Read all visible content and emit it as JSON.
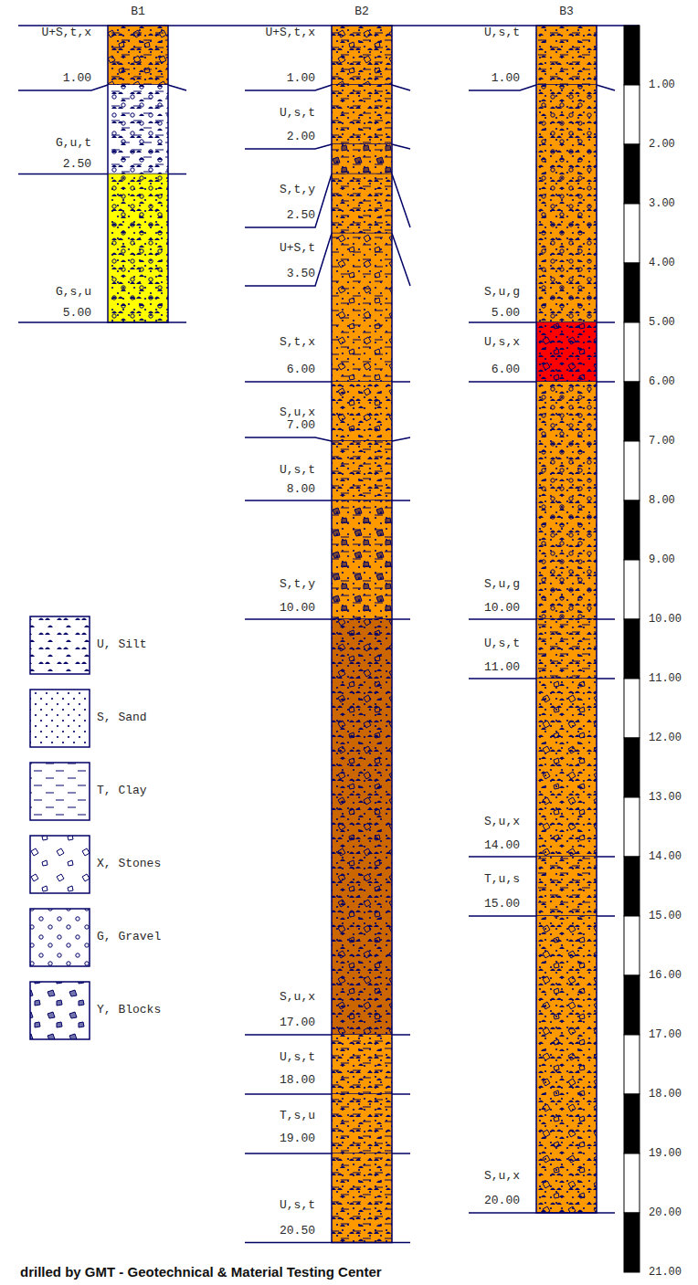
{
  "diagram": {
    "caption": "drilled by GMT - Geotechnical & Material Testing Center",
    "labels": [
      "B1",
      "B2",
      "B3",
      "U+S,t,x",
      "1.00",
      "G,u,t",
      "2.50",
      "G,s,u",
      "5.00",
      "U+S,t,x",
      "1.00",
      "U,s,t",
      "2.00",
      "S,t,y",
      "2.50",
      "U+S,t",
      "3.50",
      "S,t,x",
      "6.00",
      "S,u,x",
      "7.00",
      "U,s,t",
      "8.00",
      "S,t,y",
      "10.00",
      "S,u,x",
      "17.00",
      "U,s,t",
      "18.00",
      "T,s,u",
      "19.00",
      "U,s,t",
      "20.50",
      "U,s,t",
      "1.00",
      "S,u,g",
      "5.00",
      "U,s,x",
      "6.00",
      "S,u,g",
      "10.00",
      "U,s,t",
      "11.00",
      "S,u,x",
      "14.00",
      "T,u,s",
      "15.00",
      "S,u,x",
      "20.00",
      "1.00",
      "2.00",
      "3.00",
      "4.00",
      "5.00",
      "6.00",
      "7.00",
      "8.00",
      "9.00",
      "10.00",
      "11.00",
      "12.00",
      "13.00",
      "14.00",
      "15.00",
      "16.00",
      "17.00",
      "18.00",
      "19.00",
      "20.00",
      "21.00"
    ],
    "legend": [
      {
        "text": "U, Silt"
      },
      {
        "text": "S, Sand"
      },
      {
        "text": "T, Clay"
      },
      {
        "text": "X, Stones"
      },
      {
        "text": "G, Gravel"
      },
      {
        "text": "Y, Blocks"
      }
    ]
  }
}
